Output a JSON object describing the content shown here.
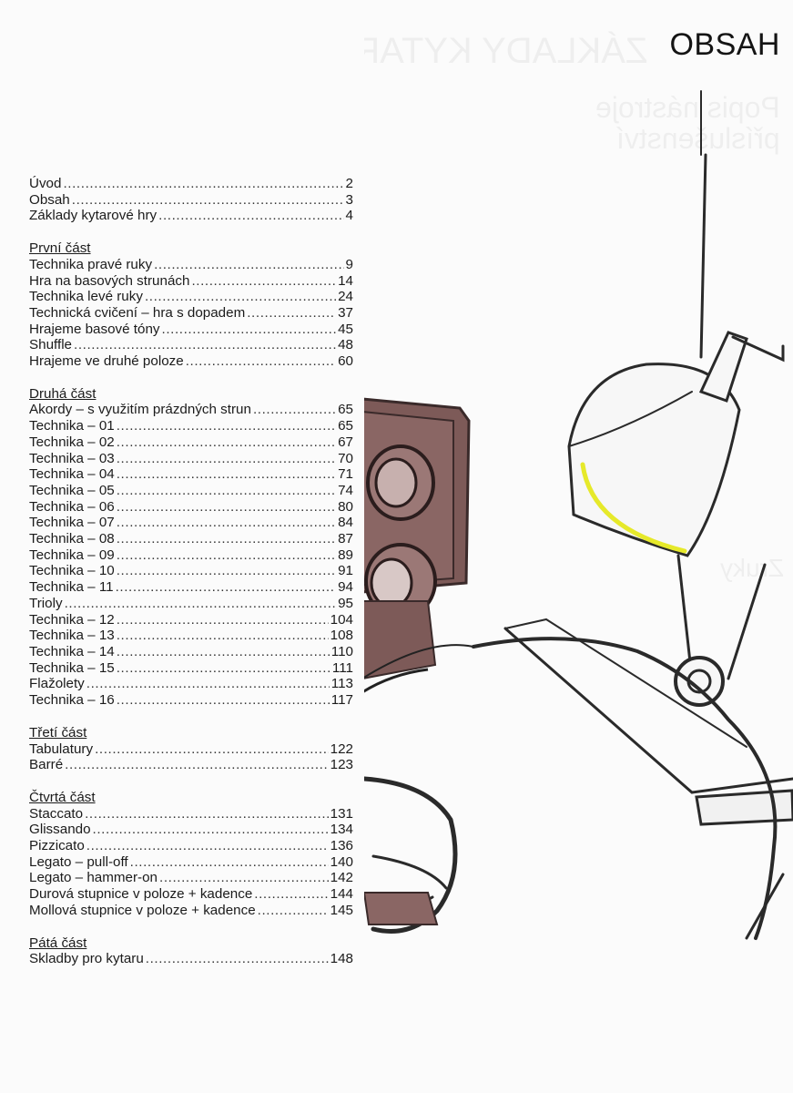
{
  "page": {
    "title": "OBSAH"
  },
  "colors": {
    "highlight": "#e6e92a",
    "cabinet": "#7d5a58",
    "ink": "#2a2a2a"
  },
  "ghost_text": [
    "ZÁKLADY KYTAROVÉ HRY",
    "Popis nástroje",
    "příslušenství",
    "Zruky"
  ],
  "toc": {
    "sections": [
      {
        "title": "",
        "entries": [
          {
            "label": "Úvod",
            "page": "2"
          },
          {
            "label": "Obsah",
            "page": "3"
          },
          {
            "label": "Základy kytarové hry",
            "page": "4"
          }
        ]
      },
      {
        "title": "První část",
        "entries": [
          {
            "label": "Technika pravé ruky",
            "page": "9"
          },
          {
            "label": "Hra na basových strunách",
            "page": "14"
          },
          {
            "label": "Technika levé ruky",
            "page": "24"
          },
          {
            "label": "Technická cvičení – hra s dopadem",
            "page": "37"
          },
          {
            "label": "Hrajeme basové tóny",
            "page": "45"
          },
          {
            "label": "Shuffle",
            "page": "48"
          },
          {
            "label": "Hrajeme ve druhé poloze",
            "page": "60"
          }
        ]
      },
      {
        "title": "Druhá část",
        "entries": [
          {
            "label": "Akordy – s využitím prázdných strun",
            "page": "65"
          },
          {
            "label": "Technika – 01",
            "page": "65"
          },
          {
            "label": "Technika – 02",
            "page": "67"
          },
          {
            "label": "Technika – 03",
            "page": "70"
          },
          {
            "label": "Technika – 04",
            "page": "71"
          },
          {
            "label": "Technika – 05",
            "page": "74"
          },
          {
            "label": "Technika – 06",
            "page": "80"
          },
          {
            "label": "Technika – 07",
            "page": "84"
          },
          {
            "label": "Technika – 08",
            "page": "87"
          },
          {
            "label": "Technika – 09",
            "page": "89"
          },
          {
            "label": "Technika – 10",
            "page": "91"
          },
          {
            "label": "Technika – 11",
            "page": "94"
          },
          {
            "label": "Trioly",
            "page": "95"
          },
          {
            "label": "Technika – 12",
            "page": "104"
          },
          {
            "label": "Technika – 13",
            "page": "108"
          },
          {
            "label": "Technika – 14",
            "page": "110"
          },
          {
            "label": "Technika – 15",
            "page": "111"
          },
          {
            "label": "Flažolety",
            "page": "113"
          },
          {
            "label": "Technika – 16",
            "page": "117"
          }
        ]
      },
      {
        "title": "Třetí část",
        "entries": [
          {
            "label": "Tabulatury",
            "page": "122"
          },
          {
            "label": "Barré",
            "page": "123"
          }
        ]
      },
      {
        "title": "Čtvrtá část",
        "entries": [
          {
            "label": "Staccato",
            "page": "131"
          },
          {
            "label": "Glissando",
            "page": "134"
          },
          {
            "label": "Pizzicato",
            "page": "136"
          },
          {
            "label": "Legato – pull-off",
            "page": "140"
          },
          {
            "label": "Legato – hammer-on",
            "page": "142"
          },
          {
            "label": "Durová stupnice v poloze + kadence",
            "page": "144"
          },
          {
            "label": "Mollová stupnice v poloze + kadence",
            "page": "145"
          }
        ]
      },
      {
        "title": "Pátá část",
        "entries": [
          {
            "label": "Skladby pro kytaru",
            "page": "148"
          }
        ]
      }
    ]
  }
}
